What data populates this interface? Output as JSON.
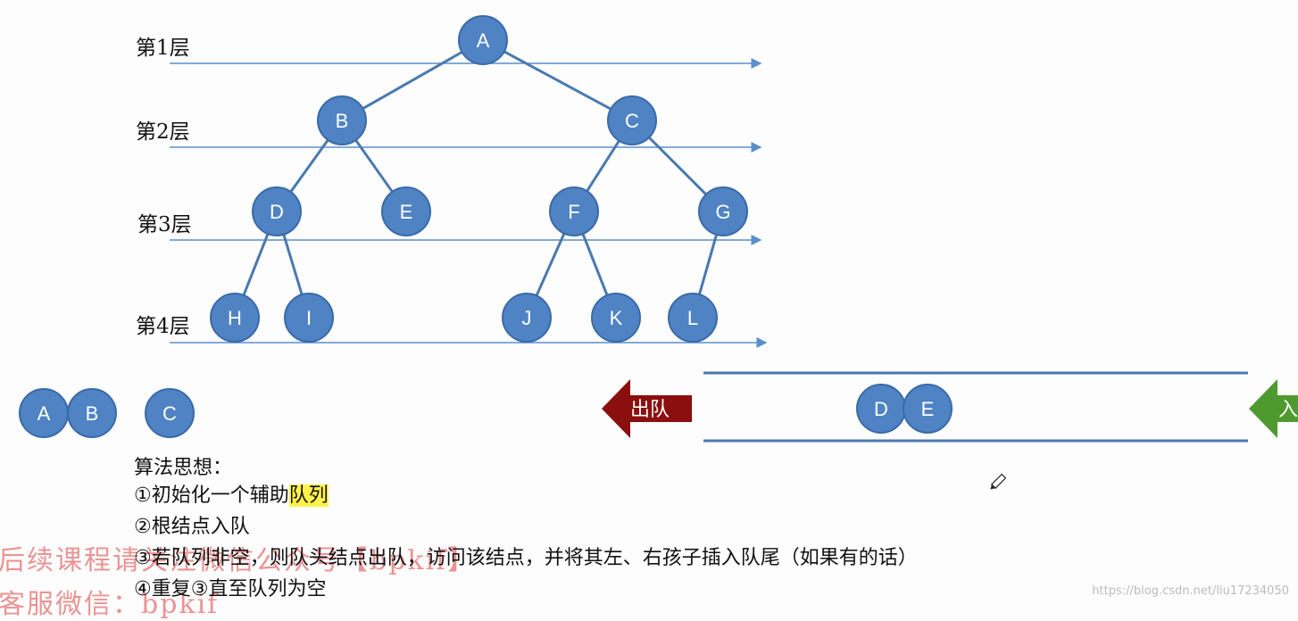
{
  "layers": [
    "第1层",
    "第2层",
    "第3层",
    "第4层"
  ],
  "tree": {
    "nodes": [
      "A",
      "B",
      "C",
      "D",
      "E",
      "F",
      "G",
      "H",
      "I",
      "J",
      "K",
      "L"
    ],
    "edges": [
      [
        "A",
        "B"
      ],
      [
        "A",
        "C"
      ],
      [
        "B",
        "D"
      ],
      [
        "B",
        "E"
      ],
      [
        "C",
        "F"
      ],
      [
        "C",
        "G"
      ],
      [
        "D",
        "H"
      ],
      [
        "D",
        "I"
      ],
      [
        "F",
        "J"
      ],
      [
        "F",
        "K"
      ],
      [
        "G",
        "L"
      ]
    ]
  },
  "visited_nodes": [
    "A",
    "B",
    "C"
  ],
  "queue": {
    "dequeue_label": "出队",
    "enqueue_label": "入",
    "items": [
      "D",
      "E"
    ]
  },
  "algorithm": {
    "title": "算法思想：",
    "step1_prefix": "①初始化一个辅助",
    "step1_highlight": "队列",
    "step2": "②根结点入队",
    "step3": "③若队列非空，则队头结点出队，访问该结点，并将其左、右孩子插入队尾（如果有的话）",
    "step4": "④重复③直至队列为空"
  },
  "watermark": {
    "line1": "后续课程请关注微信公众号【bpkif】",
    "line2": "客服微信：bpkif",
    "url": "https://blog.csdn.net/liu17234050"
  },
  "colors": {
    "node_fill": "#4f83c4",
    "node_stroke": "#3a6aa8",
    "edge": "#4a79b0",
    "layer_line": "#5b8fc9",
    "dequeue_arrow": "#8b0f0f",
    "enqueue_arrow": "#4f9a2f",
    "highlight": "#fff24a"
  }
}
